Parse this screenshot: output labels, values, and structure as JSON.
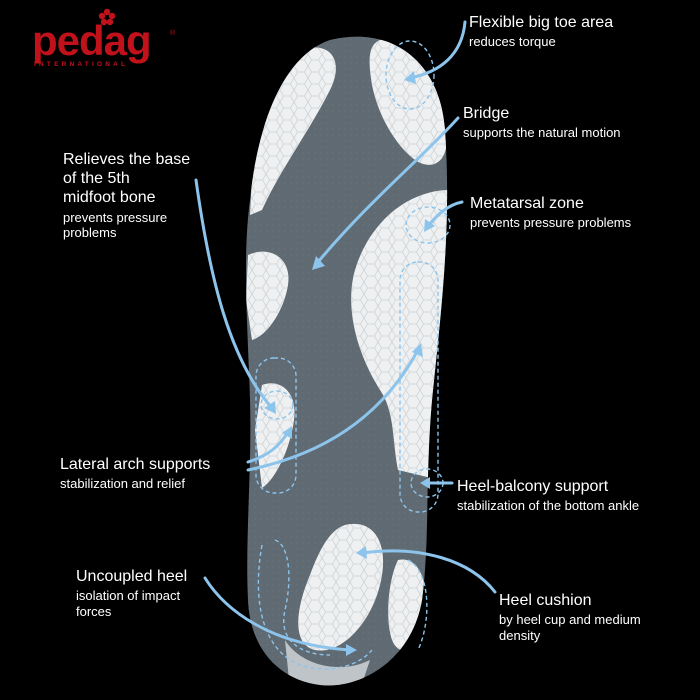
{
  "brand": {
    "name": "pedag",
    "subtitle": "INTERNATIONAL",
    "registered": "®",
    "color": "#c1121c"
  },
  "colors": {
    "background": "#000000",
    "insole_gray": "#5f6a72",
    "insole_light": "#eef0f1",
    "arrow": "#8cc4ec"
  },
  "callouts": {
    "big_toe": {
      "title": "Flexible big toe area",
      "subtitle": "reduces torque"
    },
    "bridge": {
      "title": "Bridge",
      "subtitle": "supports the natural motion"
    },
    "midfoot": {
      "title": "Relieves the base of the 5th midfoot bone",
      "title_lines": [
        "Relieves the base",
        "of the 5th",
        "midfoot bone"
      ],
      "subtitle_lines": [
        "prevents pressure",
        "problems"
      ]
    },
    "metatarsal": {
      "title": "Metatarsal zone",
      "subtitle": "prevents pressure problems"
    },
    "lateral_arch": {
      "title": "Lateral arch supports",
      "subtitle": "stabilization and relief"
    },
    "heel_balcony": {
      "title": "Heel-balcony support",
      "subtitle": "stabilization of the bottom ankle"
    },
    "uncoupled_heel": {
      "title": "Uncoupled heel",
      "subtitle_lines": [
        "isolation of impact",
        "forces"
      ]
    },
    "heel_cushion": {
      "title": "Heel cushion",
      "subtitle_lines": [
        "by heel cup and medium",
        "density"
      ]
    }
  }
}
